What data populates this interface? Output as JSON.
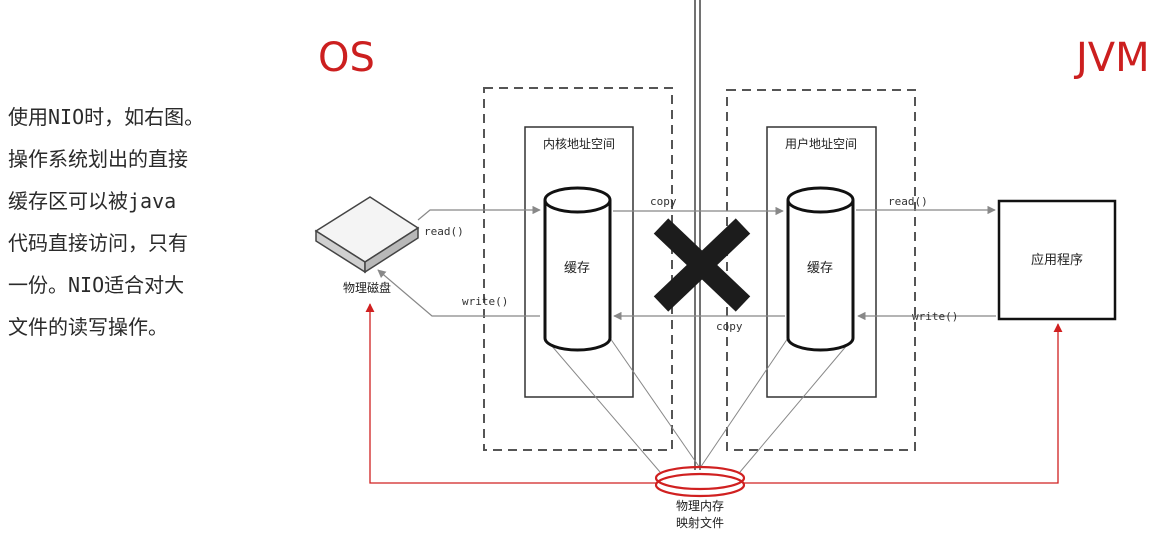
{
  "headings": {
    "os": "OS",
    "jvm": "JVM"
  },
  "description": [
    "使用NIO时，如右图。",
    "操作系统划出的直接",
    "缓存区可以被java",
    "代码直接访问，只有",
    "一份。NIO适合对大",
    "文件的读写操作。"
  ],
  "diagram": {
    "kernel_space_label": "内核地址空间",
    "user_space_label": "用户地址空间",
    "kernel_buffer_label": "缓存",
    "user_buffer_label": "缓存",
    "disk_label": "物理磁盘",
    "app_label": "应用程序",
    "mapped_file_label_line1": "物理内存",
    "mapped_file_label_line2": "映射文件",
    "read_left": "read()",
    "write_left": "write()",
    "copy_top": "copy",
    "copy_bottom": "copy",
    "read_right": "read()",
    "write_right": "write()"
  },
  "colors": {
    "os_heading": "#cc1f1f",
    "jvm_heading": "#cc1f1f",
    "mapping_lines": "#d02020",
    "line_gray": "#888888",
    "cross": "#1c1c1c"
  }
}
